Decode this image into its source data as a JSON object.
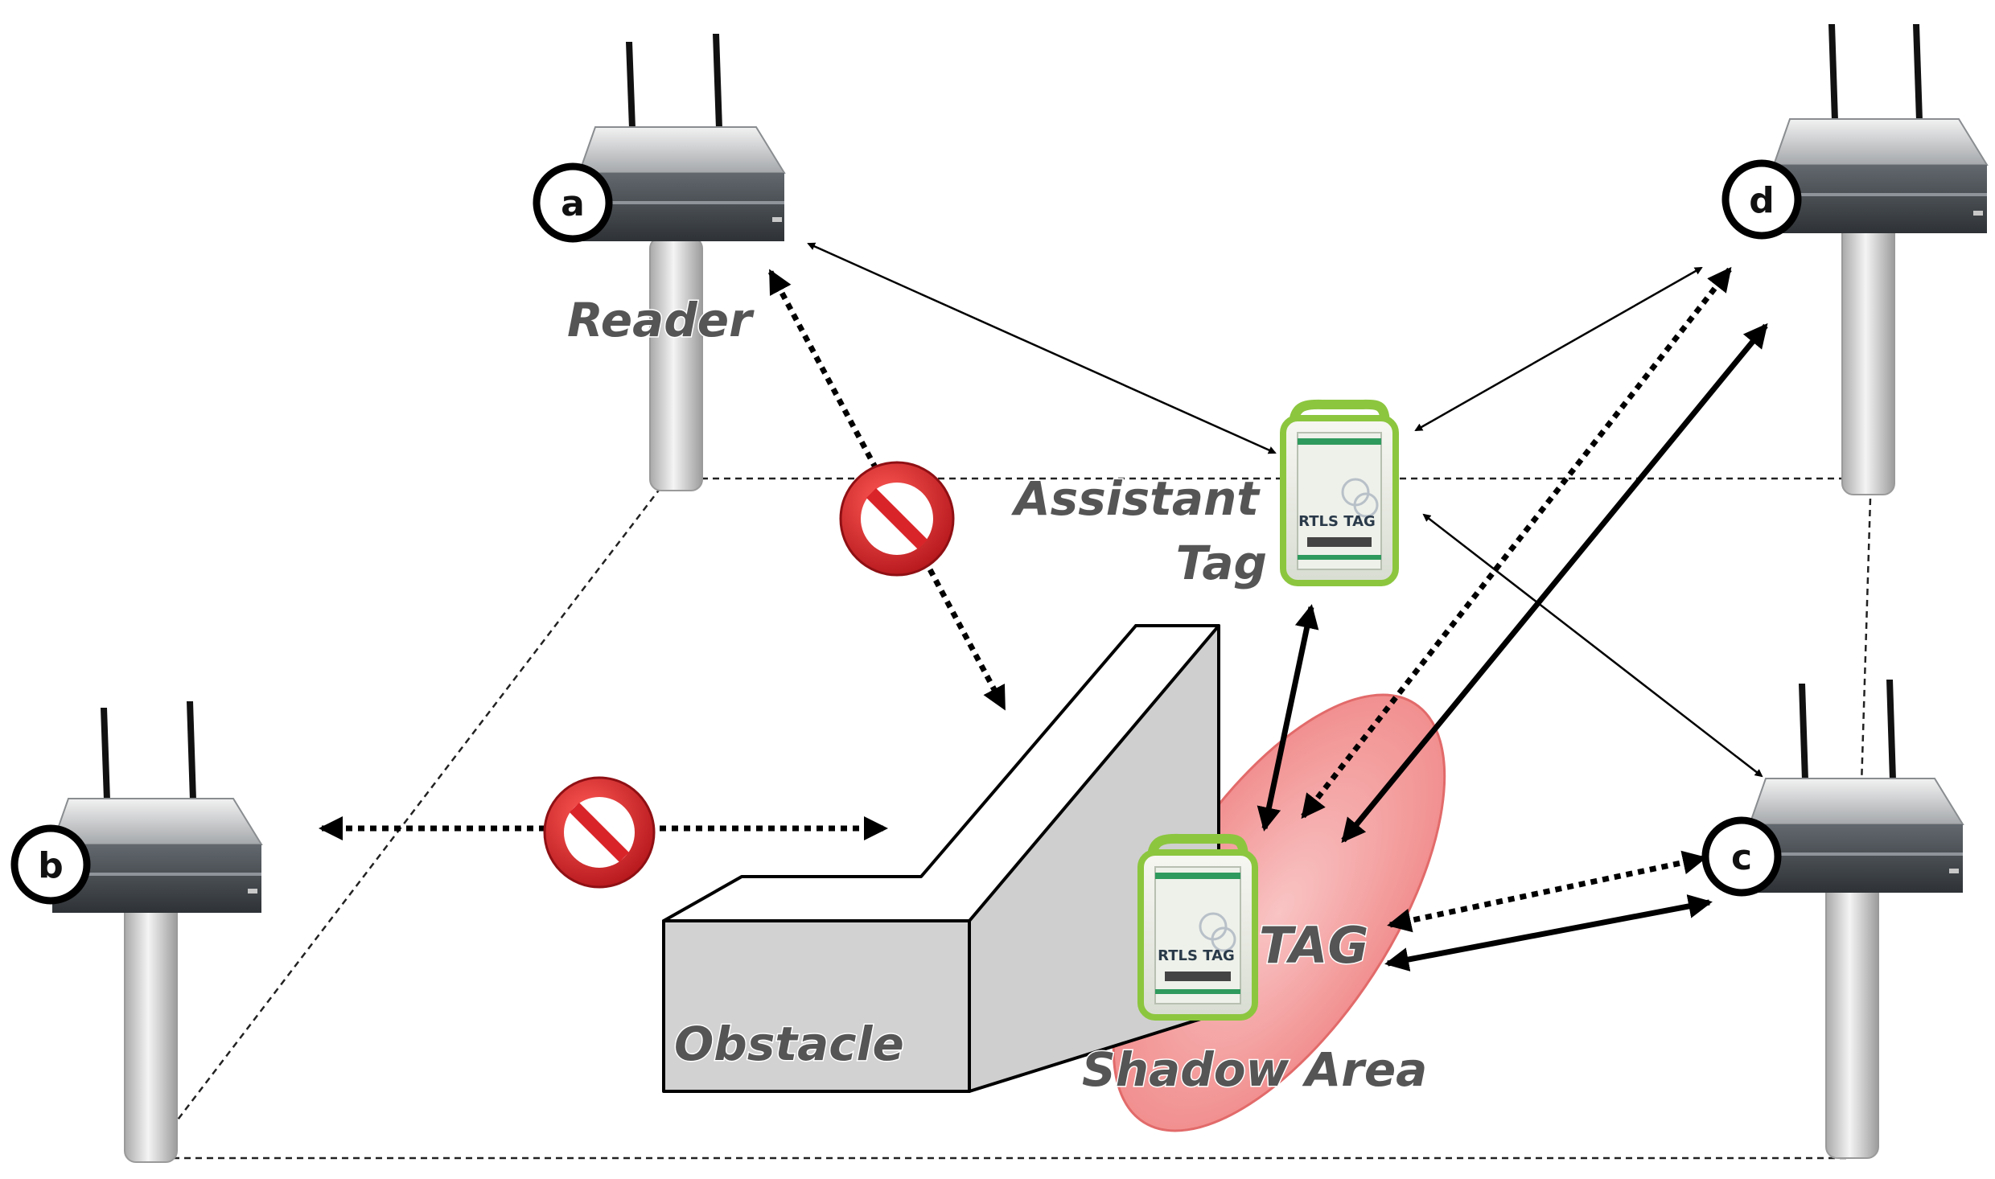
{
  "readers": {
    "a": {
      "letter": "a"
    },
    "b": {
      "letter": "b"
    },
    "c": {
      "letter": "c"
    },
    "d": {
      "letter": "d"
    }
  },
  "labels": {
    "reader": "Reader",
    "assistant_line1": "Assistant",
    "assistant_line2": "Tag",
    "tag": "TAG",
    "obstacle": "Obstacle",
    "shadow_area": "Shadow Area"
  },
  "device": {
    "brand_line1": "RTLS",
    "brand_line2": "TAG"
  },
  "colors": {
    "reader_body": "#4a4f55",
    "pole": "#d7d7d7",
    "shadow_area": "#f4a6a6",
    "tag_frame": "#8cc63f",
    "block_icon": "#d9252a"
  }
}
